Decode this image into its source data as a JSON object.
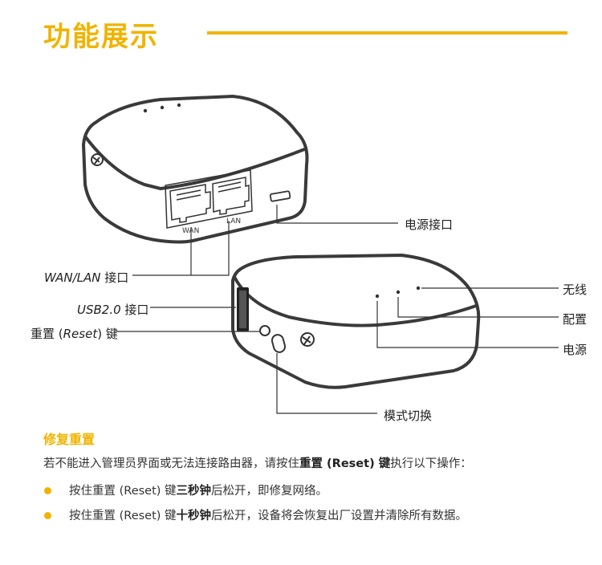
{
  "header": {
    "title": "功能展示"
  },
  "labels": {
    "power_port": "电源接口",
    "wan_lan_prefix": "WAN/LAN",
    "wan_lan_suffix": " 接口",
    "usb_prefix": "USB2.0",
    "usb_suffix": " 接口",
    "reset_a": "重置 (",
    "reset_b": "Reset",
    "reset_c": ") 键",
    "wireless": "无线",
    "config": "配置",
    "power": "电源",
    "mode_switch": "模式切换",
    "port_wan": "WAN",
    "port_lan": "LAN"
  },
  "section": {
    "title": "修复重置",
    "intro_a": "若不能进入管理员界面或无法连接路由器，请按住",
    "intro_b": "重置 (Reset) 键",
    "intro_c": "执行以下操作：",
    "bullets": [
      {
        "a": "按住重置 (Reset) 键",
        "b": "三秒钟",
        "c": "后松开，即修复网络。"
      },
      {
        "a": "按住重置 (Reset) 键",
        "b": "十秒钟",
        "c": "后松开，设备将会恢复出厂设置并清除所有数据。"
      }
    ]
  },
  "colors": {
    "accent": "#f0b400",
    "line": "#333333"
  }
}
